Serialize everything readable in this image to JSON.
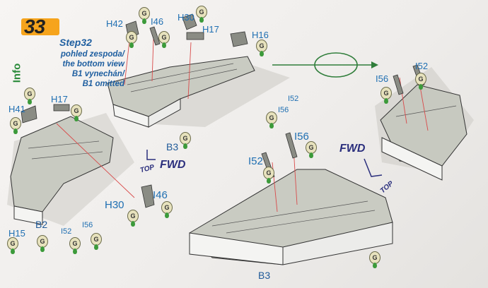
{
  "step": {
    "number": "33",
    "title": "Step32",
    "note_lines": [
      "pohled zespoda/",
      "the bottom view",
      "B1 vynechán/",
      "B1 omitted"
    ],
    "info_label": "Info"
  },
  "parts": {
    "h42": "H42",
    "i46_top": "I46",
    "h30_top": "H30",
    "h17_top": "H17",
    "h16": "H16",
    "i52_mid": "I52",
    "i56_mid": "I56",
    "b3_mid": "B3",
    "h41": "H41",
    "h17_left": "H17",
    "h15": "H15",
    "b2": "B2",
    "i52_left": "I52",
    "i56_left": "I56",
    "h30_bottom": "H30",
    "i46_bottom": "I46",
    "i56_right": "I56",
    "i52_right": "I52",
    "i52_main": "I52",
    "i56_main": "I56",
    "b3_main": "B3"
  },
  "orientation": {
    "fwd": "FWD",
    "top": "TOP"
  },
  "paint_badge": "G",
  "colors": {
    "accent_orange": "#f6a41c",
    "label_blue": "#1f6fb2",
    "guide_red": "#d94a4a",
    "arrow_green": "#2f7d3a"
  }
}
